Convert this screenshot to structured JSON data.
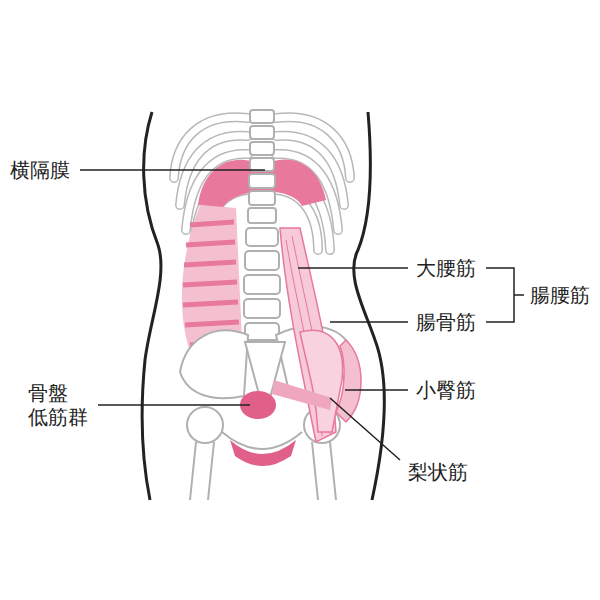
{
  "diagram": {
    "labels": [
      "横隔膜",
      "大腰筋",
      "腸骨筋",
      "腸腰筋",
      "小臀筋",
      "骨盤 低筋群",
      "梨状筋"
    ]
  }
}
